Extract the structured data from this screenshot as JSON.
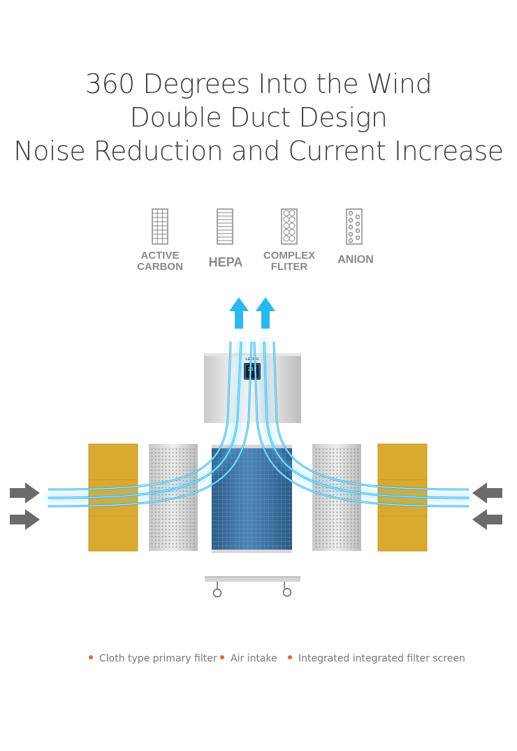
{
  "headline": {
    "line1": "360 Degrees Into the Wind",
    "line2": "Double Duct Design",
    "line3": "Noise Reduction and Current Increase"
  },
  "filters": [
    {
      "icon": "active-carbon-grid-icon",
      "label": "ACTIVE\nCARBON"
    },
    {
      "icon": "hepa-lines-icon",
      "label": "HEPA"
    },
    {
      "icon": "complex-filter-circles-icon",
      "label": "COMPLEX\nFLITER"
    },
    {
      "icon": "anion-dots-icon",
      "label": "ANION"
    }
  ],
  "purifier": {
    "brand": "LEKING",
    "display_value": "218"
  },
  "legend": [
    {
      "label": "Cloth type primary filter"
    },
    {
      "label": "Air intake"
    },
    {
      "label": "Integrated integrated filter screen"
    }
  ],
  "colors": {
    "airflow": "#22b6f0",
    "arrow_gray": "#6b6b6b",
    "cloth_filter": "#d9a930",
    "legend_dot": "#e2682b"
  }
}
